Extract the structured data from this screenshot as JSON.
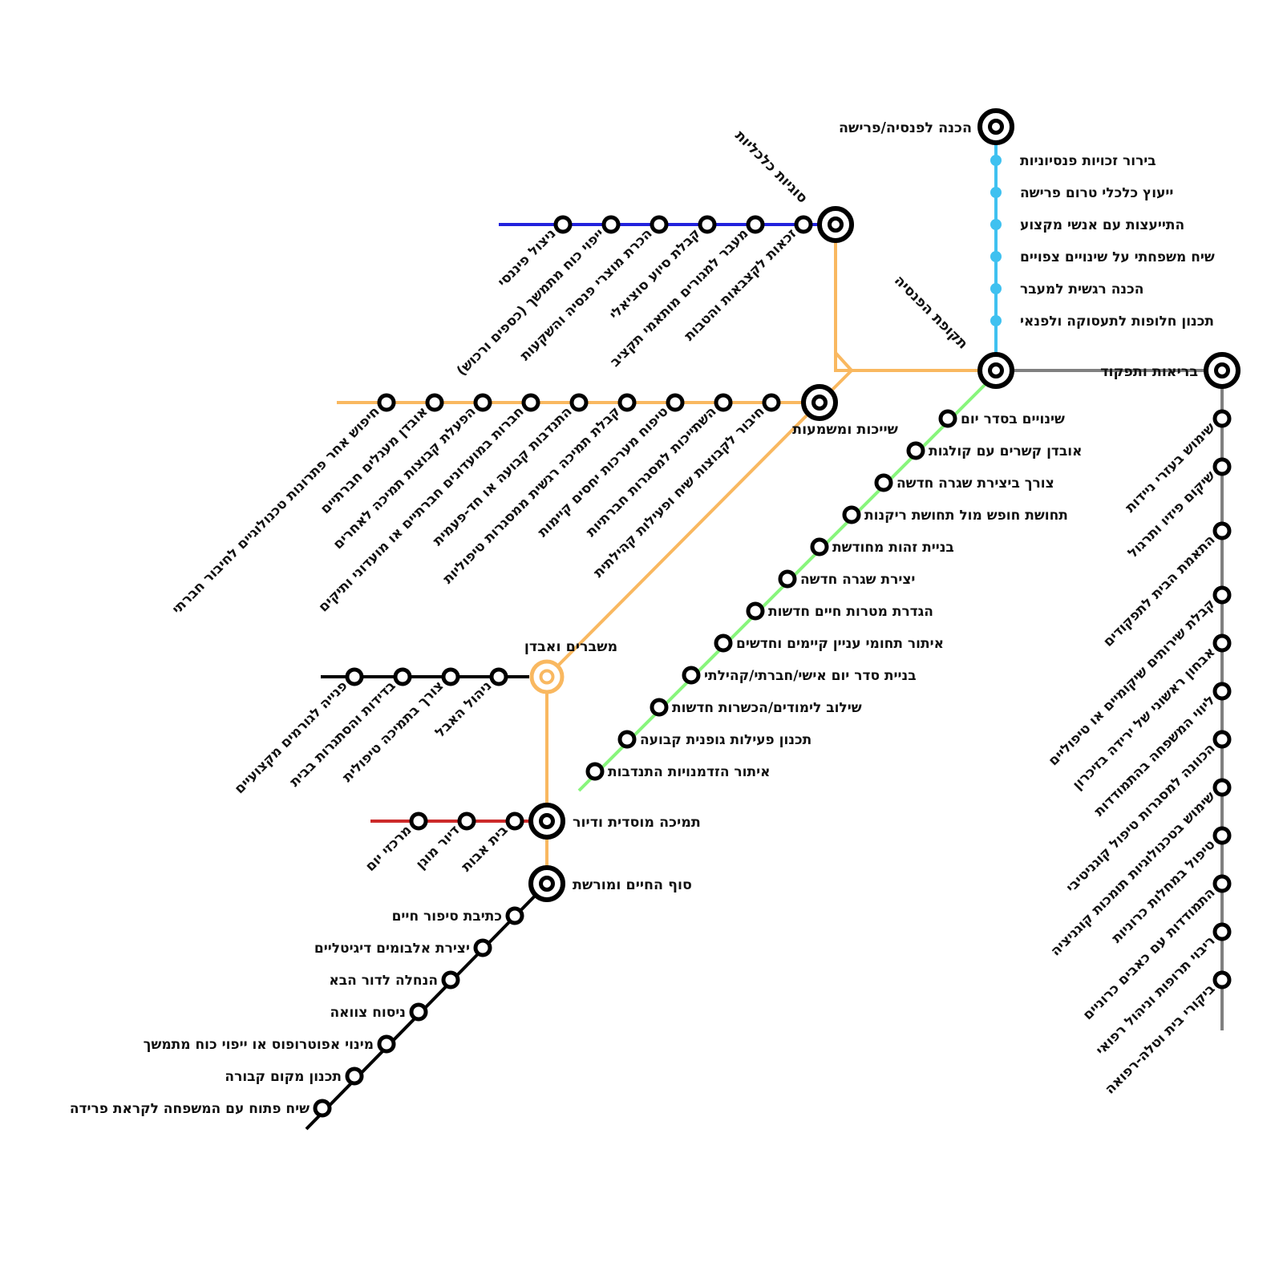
{
  "hubs": {
    "pension_prep": "הכנה לפנסיה/פרישה",
    "economic_issues": "סוגיות כלכליות",
    "pension_period": "תקופת הפנסיה",
    "health": "בריאות ותפקוד",
    "belonging": "שייכות ומשמעות",
    "crises": "משברים ואבדן",
    "institutional": "תמיכה מוסדית ודיור",
    "end_of_life": "סוף החיים ומורשת"
  },
  "lines": {
    "cyan": [
      "בירור זכויות פנסיוניות",
      "ייעוץ כלכלי טרום פרישה",
      "התייעצות עם אנשי מקצוע",
      "שיח משפחתי על שינויים צפויים",
      "הכנה רגשית למעבר",
      "תכנון חלופות לתעסוקה ולפנאי"
    ],
    "blue": [
      "זכאות לקצבאות והטבות",
      "מעבר למגורים מותאמי תקציב",
      "קבלת סיוע סוציאלי",
      "הכרת מוצרי פנסיה והשקעות",
      "ייפוי כוח מתמשך (כספים ורכוש)",
      "ניצול פיננסי"
    ],
    "orange": [
      "חיבור לקבוצות שיח ופעילות קהילתית",
      "השתייכות למסגרות חברתיות",
      "טיפוח מערכות יחסים קיימות",
      "קבלת תמיכה רגשית ממסגרות טיפוליות",
      "התנדבות קבועה או חד-פעמית",
      "חברות במועדונים חברתיים או מועדוני ותיקים",
      "הפעלת קבוצות תמיכה לאחרים",
      "אובדן מעגלים חברתיים",
      "חיפוש אחר פתרונות טכנולוגיים לחיבור חברתי"
    ],
    "green": [
      "שינויים בסדר יום",
      "אובדן קשרים עם קולגות",
      "צורך ביצירת שגרה חדשה",
      "תחושת חופש מול תחושת ריקנות",
      "בניית זהות מחודשת",
      "יצירת שגרה חדשה",
      "הגדרת מטרות חיים חדשות",
      "איתור תחומי עניין קיימים וחדשים",
      "בניית סדר יום אישי/חברתי/קהילתי",
      "שילוב לימודים/הכשרות חדשות",
      "תכנון פעילות גופנית קבועה",
      "איתור הזדמנויות התנדבות"
    ],
    "gray": [
      "שימוש בעזרי ניידות",
      "שיקום פיזיו ותרגול",
      "התאמת הבית לתפקודים",
      "קבלת שירותים שיקומיים או טיפוליים",
      "אבחון ראשוני של ירידה בזיכרון",
      "ליווי המשפחה בהתמודדות",
      "הכוונה למסגרות טיפול קוגניטיבי",
      "שימוש בטכנולוגיות תומכות קוגניציה",
      "טיפול במחלות כרוניות",
      "התמודדות עם כאבים כרוניים",
      "ריבוי תרופות וניהול רפואי",
      "ביקורי בית וטלה-רפואה"
    ],
    "grief": [
      "ניהול האבל",
      "צורך בתמיכה טיפולית",
      "בדידות והסתגרות בבית",
      "פנייה לגורמים מקצועיים"
    ],
    "red": [
      "בית אבות",
      "דיור מוגן",
      "מרכזי יום"
    ],
    "legacy": [
      "כתיבת סיפור חיים",
      "יצירת אלבומים דיגיטליים",
      "הנחלה לדור הבא",
      "ניסוח צוואה",
      "מינוי אפוטרופוס או ייפוי כוח מתמשך",
      "תכנון מקום קבורה",
      "שיח פתוח עם המשפחה לקראת פרידה"
    ]
  },
  "colors": {
    "cyan": "#3fc1f0",
    "blue": "#2222dd",
    "orange": "#f9b860",
    "green": "#88f57c",
    "gray": "#808080",
    "black": "#000000",
    "red": "#cc2a2a"
  }
}
